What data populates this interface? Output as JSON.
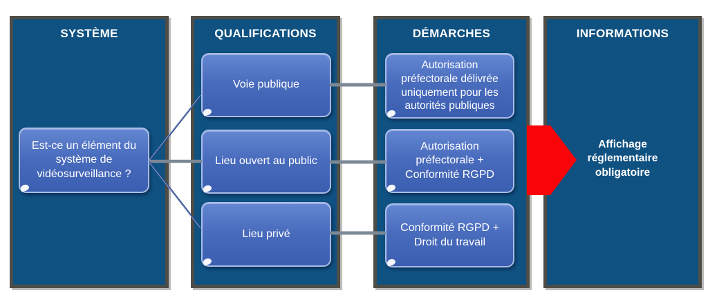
{
  "colors": {
    "background": "#ffffff",
    "panel": "#0f5181",
    "panel_border": "#4e4d47",
    "box_top": "#6487d2",
    "box_bottom": "#3a5eb0",
    "box_border": "#a9bce8",
    "box_text": "#ffffff",
    "title_text": "#ffffff",
    "connector": "#7d8896",
    "branch": "#2e4b8c",
    "arrow": "#f90408"
  },
  "columns": [
    {
      "title": "SYSTÈME",
      "boxes": [
        "Est-ce un élément du système de vidéosurveillance ?"
      ]
    },
    {
      "title": "QUALIFICATIONS",
      "boxes": [
        "Voie publique",
        "Lieu ouvert au public",
        "Lieu privé"
      ]
    },
    {
      "title": "DÉMARCHES",
      "boxes": [
        "Autorisation préfectorale délivrée uniquement pour les autorités publiques",
        "Autorisation préfectorale + Conformité RGPD",
        "Conformité RGPD + Droit du travail"
      ]
    },
    {
      "title": "INFORMATIONS",
      "note": "Affichage réglementaire obligatoire"
    }
  ]
}
